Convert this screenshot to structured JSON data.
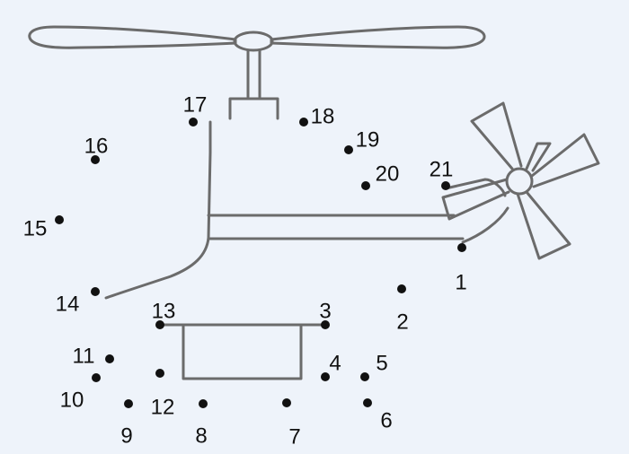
{
  "colors": {
    "background": "#eef3fa",
    "outline": "#6b6b6b",
    "dot": "#111111"
  },
  "dots": [
    {
      "label": "1"
    },
    {
      "label": "2"
    },
    {
      "label": "3"
    },
    {
      "label": "4"
    },
    {
      "label": "5"
    },
    {
      "label": "6"
    },
    {
      "label": "7"
    },
    {
      "label": "8"
    },
    {
      "label": "9"
    },
    {
      "label": "10"
    },
    {
      "label": "11"
    },
    {
      "label": "12"
    },
    {
      "label": "13"
    },
    {
      "label": "14"
    },
    {
      "label": "15"
    },
    {
      "label": "16"
    },
    {
      "label": "17"
    },
    {
      "label": "18"
    },
    {
      "label": "19"
    },
    {
      "label": "20"
    },
    {
      "label": "21"
    }
  ]
}
